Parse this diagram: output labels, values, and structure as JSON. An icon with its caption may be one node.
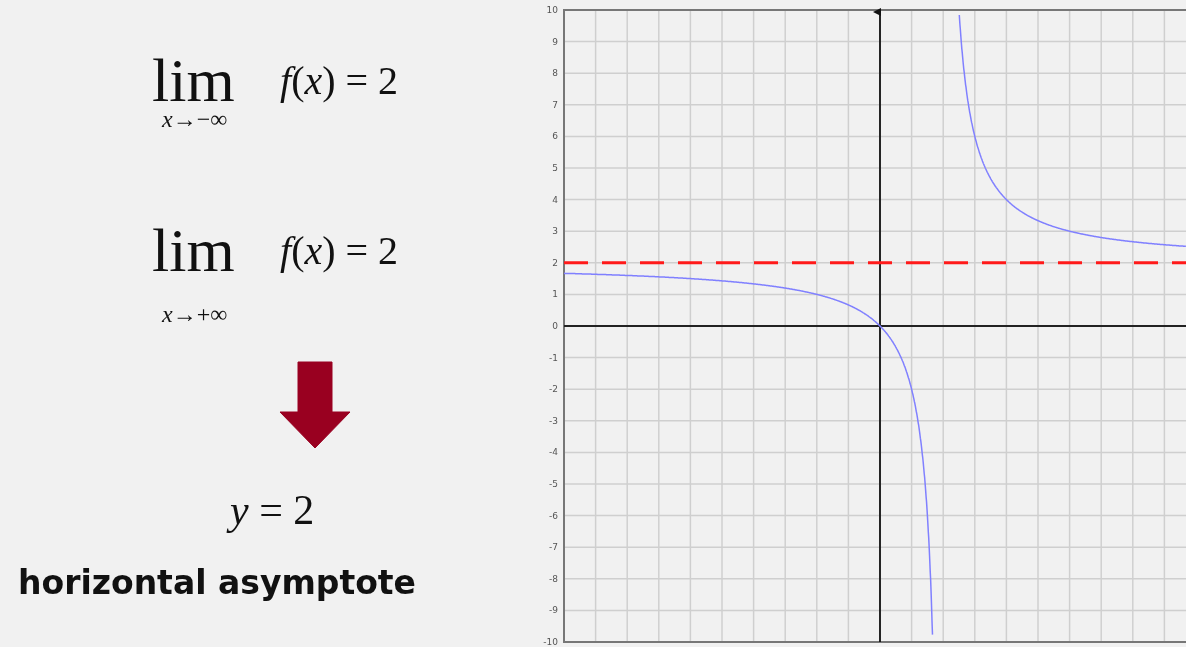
{
  "diagram": {
    "nodes": [
      {
        "text": [
          "lim",
          "*x*→−∞",
          "*f*(*x*) = 2"
        ]
      },
      {
        "text": [
          "lim",
          "*x*→+∞",
          "*f*(*x*) = 2"
        ]
      },
      {
        "text": [
          "*y* = 2"
        ],
        "beside": [
          "horizontal asymptote"
        ]
      }
    ],
    "edges": [
      {
        "from": 1,
        "to": 2,
        "arrow": "to",
        "style": "thick",
        "color": "#990020"
      }
    ],
    "labels": [
      "10",
      "9",
      "8",
      "7",
      "6",
      "5",
      "4",
      "3",
      "2",
      "1",
      "0",
      "-1",
      "-2",
      "-3",
      "-4",
      "-5",
      "-6",
      "-7",
      "-8",
      "-9",
      "-10"
    ]
  }
}
